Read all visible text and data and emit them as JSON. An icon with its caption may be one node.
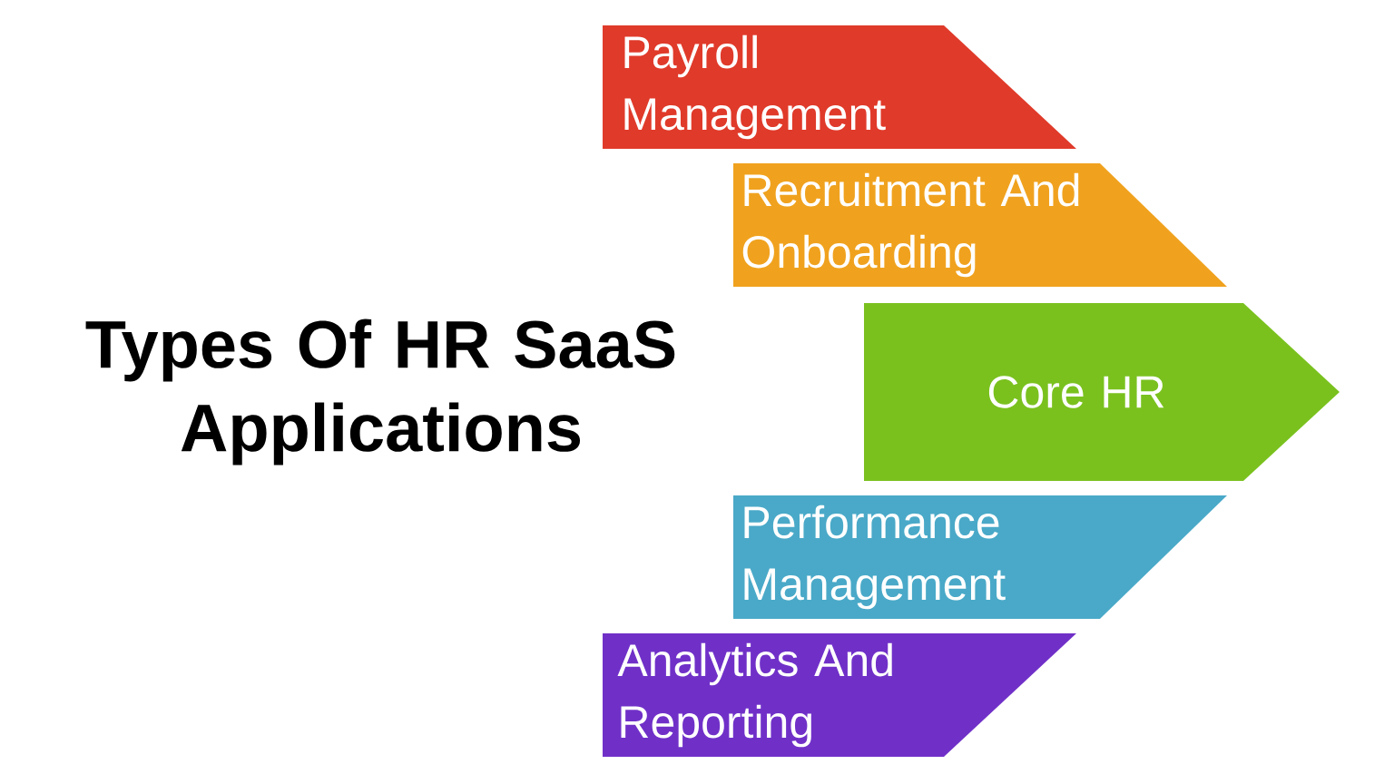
{
  "diagram": {
    "title": "Types Of HR SaaS Applications",
    "nodes": [
      {
        "text": [
          "Payroll Management"
        ]
      },
      {
        "text": [
          "Recruitment And Onboarding"
        ]
      },
      {
        "text": [
          "Core HR"
        ]
      },
      {
        "text": [
          "Performance Management"
        ]
      },
      {
        "text": [
          "Analytics And Reporting"
        ]
      }
    ]
  }
}
